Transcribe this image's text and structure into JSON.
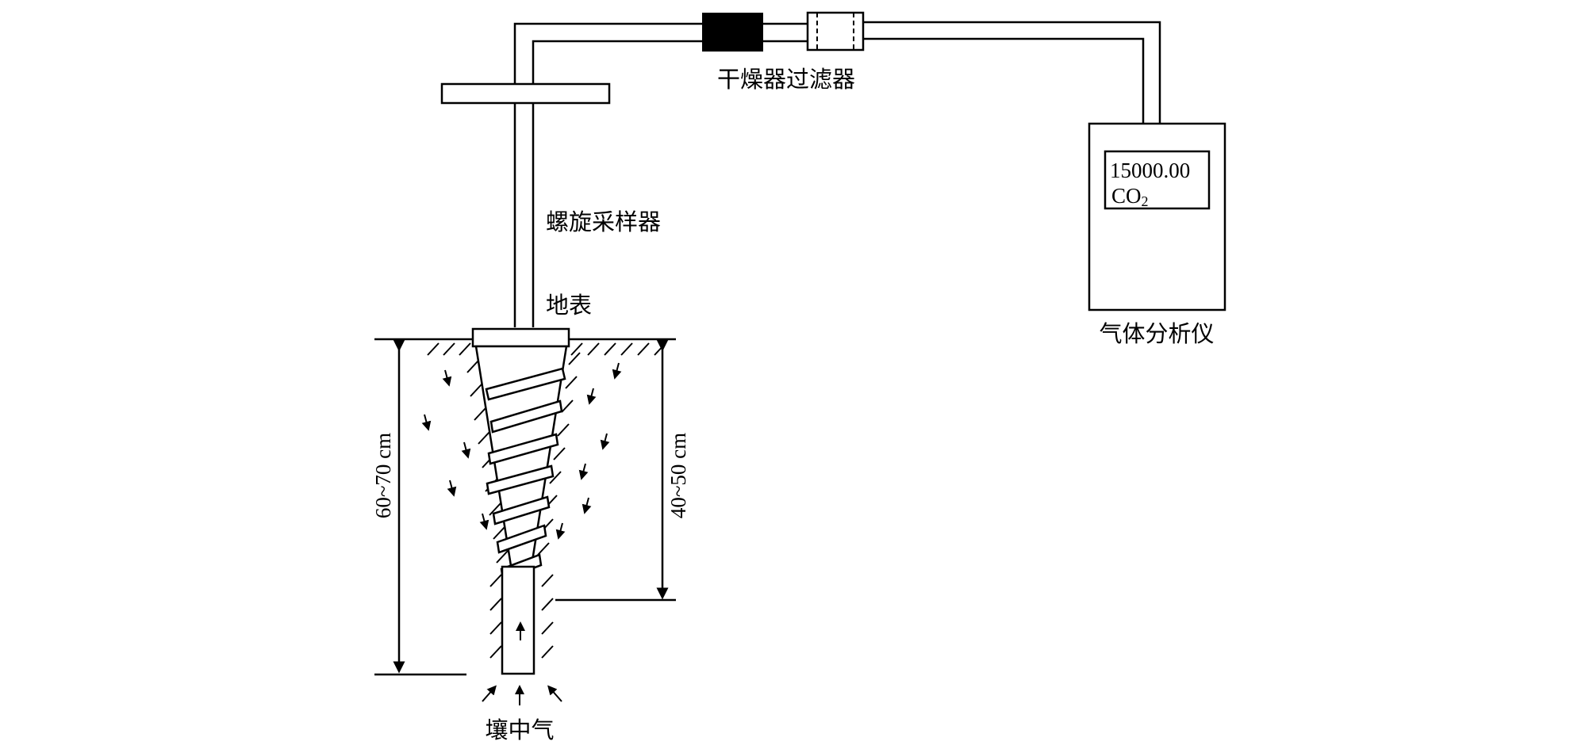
{
  "labels": {
    "dryer_filter": "干燥器过滤器",
    "spiral_sampler": "螺旋采样器",
    "ground_surface": "地表",
    "gas_analyzer": "气体分析仪",
    "soil_gas": "壤中气"
  },
  "analyzer": {
    "reading": "15000.00",
    "gas": "CO",
    "gas_sub": "2"
  },
  "dimensions": {
    "total_depth": "60~70 cm",
    "screw_depth": "40~50 cm"
  }
}
